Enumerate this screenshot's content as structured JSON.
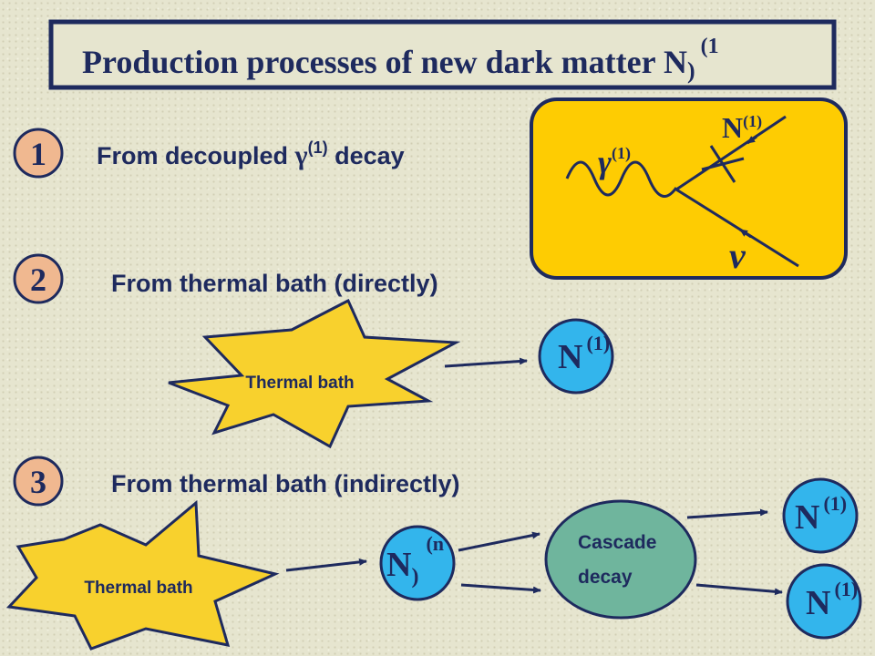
{
  "title": {
    "text": "Production processes of new dark matter N",
    "close": ")",
    "sup": "(1"
  },
  "steps": [
    {
      "number": "1",
      "text_pre": "From decoupled ",
      "symbol": "γ",
      "sup": "(1)",
      "text_post": " decay"
    },
    {
      "number": "2",
      "text": "From thermal bath (directly)"
    },
    {
      "number": "3",
      "text": "From thermal bath (indirectly)"
    }
  ],
  "feynman": {
    "gamma": "γ",
    "gamma_sup": "(1)",
    "n": "N",
    "n_sup": "(1)",
    "nu": "ν"
  },
  "direct": {
    "bath": "Thermal bath",
    "product": "N",
    "product_sup": "(1)"
  },
  "indirect": {
    "bath": "Thermal bath",
    "intermediate": "N",
    "intermediate_close": ")",
    "intermediate_sup": "(n",
    "cascade_line1": "Cascade",
    "cascade_line2": "decay",
    "product_top": "N",
    "product_top_sup": "(1)",
    "product_bottom": "N",
    "product_bottom_sup": "(1)"
  },
  "colors": {
    "navy": "#1e2a5e",
    "number_circle": "#f0b890",
    "feynman_box": "#fecc02",
    "particle_circle": "#33b5ec",
    "cascade_ellipse": "#6fb59d",
    "burst": "#f8d12d"
  }
}
